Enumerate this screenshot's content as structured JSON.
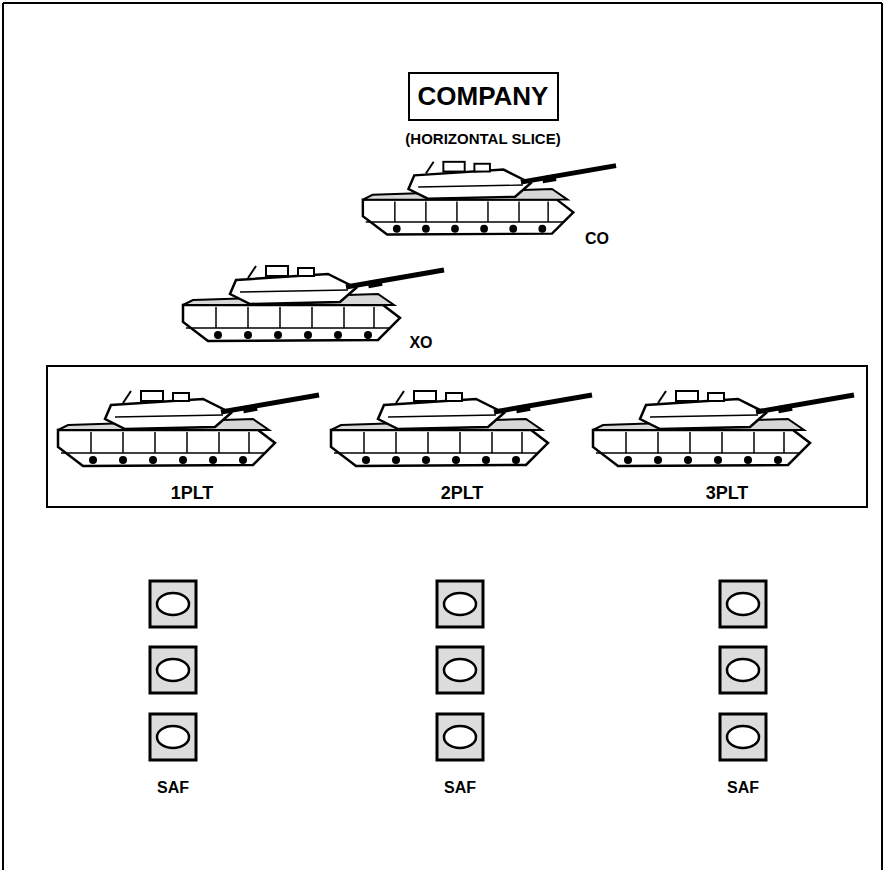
{
  "diagram": {
    "nodes": [
      {
        "text": [
          "COMPANY",
          "(HORIZONTAL SLICE)"
        ]
      },
      {
        "text": [
          "1PLT",
          "2PLT",
          "3PLT"
        ]
      }
    ],
    "labels": [
      "CO",
      "XO",
      "SAF",
      "SAF",
      "SAF"
    ]
  }
}
